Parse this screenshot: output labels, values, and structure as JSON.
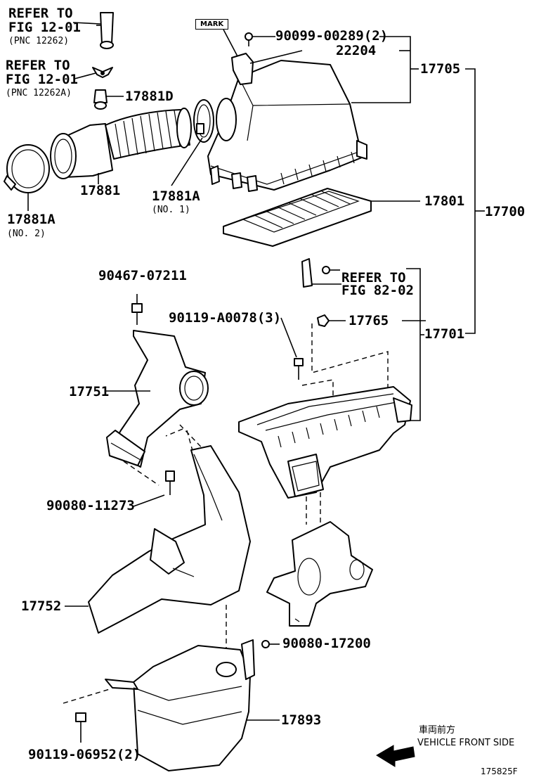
{
  "labels": {
    "refer_a_title": "REFER TO",
    "refer_a_fig": "FIG 12-01",
    "refer_a_pnc": "(PNC 12262)",
    "refer_b_title": "REFER TO",
    "refer_b_fig": "FIG 12-01",
    "refer_b_pnc": "(PNC 12262A)",
    "mark": "MARK",
    "p90099": "90099-00289(2)",
    "p22204": "22204",
    "p17705": "17705",
    "p17881D": "17881D",
    "p17881": "17881",
    "p17881A_1": "17881A",
    "p17881A_1_sub": "(NO. 1)",
    "p17881A_2": "17881A",
    "p17881A_2_sub": "(NO. 2)",
    "p17801": "17801",
    "p17700": "17700",
    "p90467": "90467-07211",
    "refer_c_title": "REFER TO",
    "refer_c_fig": "FIG 82-02",
    "p90119_A": "90119-A0078(3)",
    "p17765": "17765",
    "p17701": "17701",
    "p17751": "17751",
    "p90080_11273": "90080-11273",
    "p17752": "17752",
    "p90080_17200": "90080-17200",
    "p17893": "17893",
    "p90119_06952": "90119-06952(2)",
    "front_jp": "車両前方",
    "front_en": "VEHICLE FRONT SIDE",
    "figure_id": "175825F"
  }
}
